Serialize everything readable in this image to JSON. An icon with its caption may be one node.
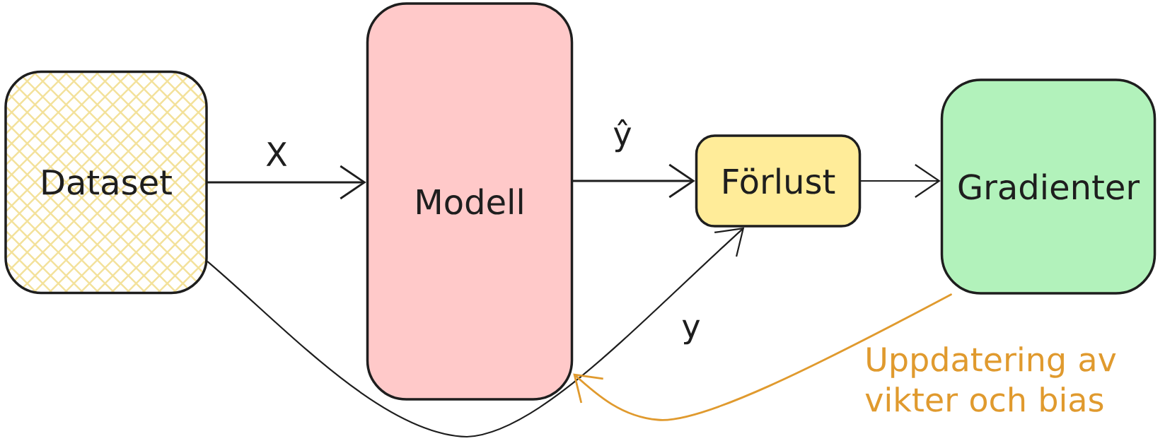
{
  "diagram": {
    "nodes": [
      {
        "text": [
          "Dataset"
        ]
      },
      {
        "text": [
          "Modell"
        ]
      },
      {
        "text": [
          "Förlust"
        ]
      },
      {
        "text": [
          "Gradienter"
        ]
      }
    ],
    "edges": [
      {
        "from": 0,
        "to": 1,
        "arrow": "to",
        "label": "X"
      },
      {
        "from": 1,
        "to": 2,
        "arrow": "to",
        "label": "ŷ"
      },
      {
        "from": 2,
        "to": 3,
        "arrow": "to"
      },
      {
        "from": 0,
        "to": 2,
        "arrow": "to",
        "label": "y"
      },
      {
        "from": 3,
        "to": 1,
        "arrow": "to",
        "label": "Uppdatering av vikter och bias",
        "color": "#e09a2e"
      }
    ]
  }
}
